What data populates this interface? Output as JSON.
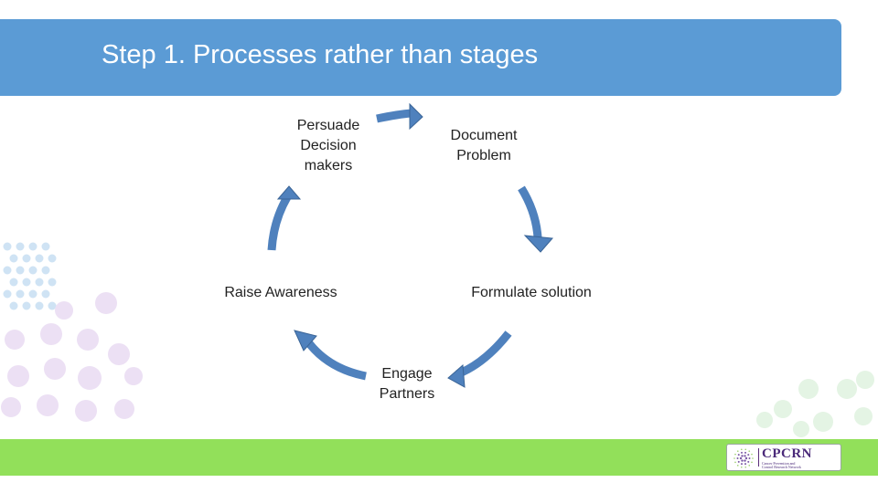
{
  "slide": {
    "title": "Step 1. Processes rather than stages"
  },
  "diagram": {
    "type": "cycle",
    "nodes": [
      {
        "id": "persuade",
        "label": "Persuade\nDecision\nmakers"
      },
      {
        "id": "document",
        "label": "Document\nProblem"
      },
      {
        "id": "formulate",
        "label": "Formulate solution"
      },
      {
        "id": "engage",
        "label": "Engage\nPartners"
      },
      {
        "id": "raise",
        "label": "Raise Awareness"
      }
    ],
    "edges": [
      {
        "from": "persuade",
        "to": "document"
      },
      {
        "from": "document",
        "to": "formulate"
      },
      {
        "from": "formulate",
        "to": "engage"
      },
      {
        "from": "engage",
        "to": "raise"
      },
      {
        "from": "raise",
        "to": "persuade"
      }
    ]
  },
  "logo": {
    "name": "CPCRN",
    "subtitle": "Cancer Prevention and\nControl Research Network"
  },
  "colors": {
    "title_bar": "#5b9bd5",
    "arrow_fill": "#4f81bd",
    "arrow_stroke": "#3a6496",
    "footer_bar": "#92e05a",
    "dots_blue": "#cfe3f4",
    "dots_purple": "#ece0f4",
    "dots_green": "#e4f4e4"
  }
}
